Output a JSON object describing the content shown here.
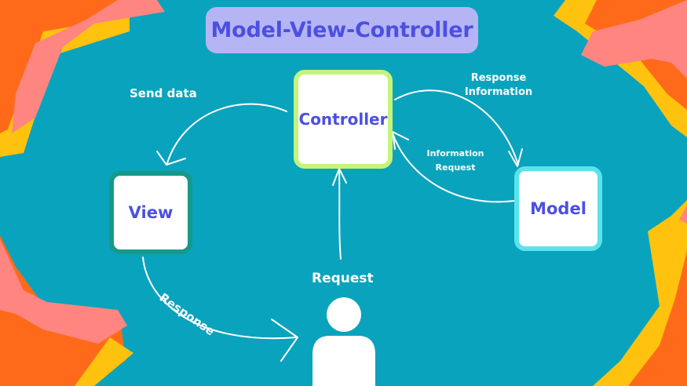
{
  "title": "Model-View-Controller",
  "nodes": {
    "controller": "Controller",
    "view": "View",
    "model": "Model"
  },
  "edges": {
    "send_data": "Send data",
    "response_information_line1": "Response",
    "response_information_line2": "Information",
    "information_request_line1": "Information",
    "information_request_line2": "Request",
    "request": "Request",
    "response": "Response"
  },
  "icons": {
    "user": "user-icon"
  },
  "colors": {
    "background": "#0aa3bd",
    "title_box": "#b5b5f5",
    "title_text": "#4c50e0",
    "node_text": "#4c50e0",
    "controller_border": "#c4f57a",
    "view_border": "#149a8a",
    "model_border": "#5be3ec",
    "shape_orange": "#ff6a1a",
    "shape_pink": "#ff8580",
    "shape_yellow": "#ffc20e",
    "arrow": "#ffffff"
  }
}
